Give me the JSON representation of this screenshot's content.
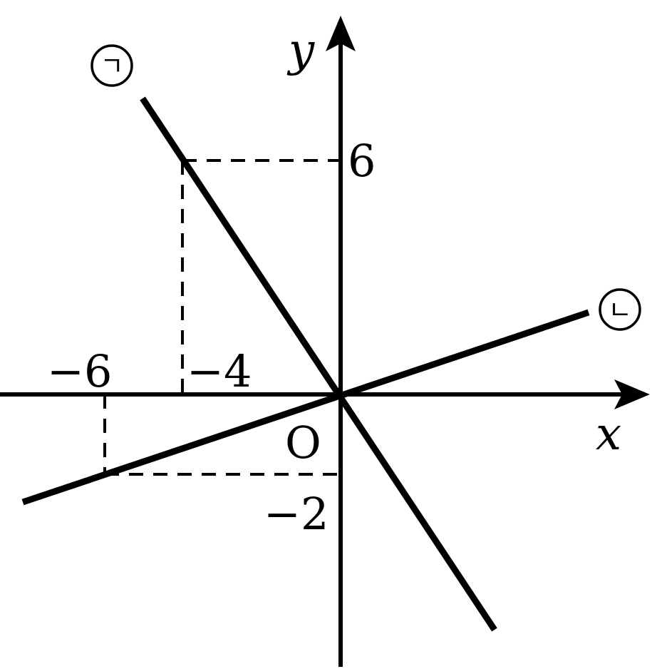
{
  "diagram": {
    "axes": {
      "x_label": "x",
      "y_label": "y",
      "origin_label": "O"
    },
    "ticks": {
      "x": [
        "−6",
        "−4"
      ],
      "y": [
        "6",
        "−2"
      ]
    },
    "lines": [
      {
        "label": "ㄱ",
        "through": [
          -4,
          6
        ],
        "slope": -1.5
      },
      {
        "label": "ㄴ",
        "through": [
          -6,
          -2
        ],
        "slope": 0.3333
      }
    ]
  }
}
